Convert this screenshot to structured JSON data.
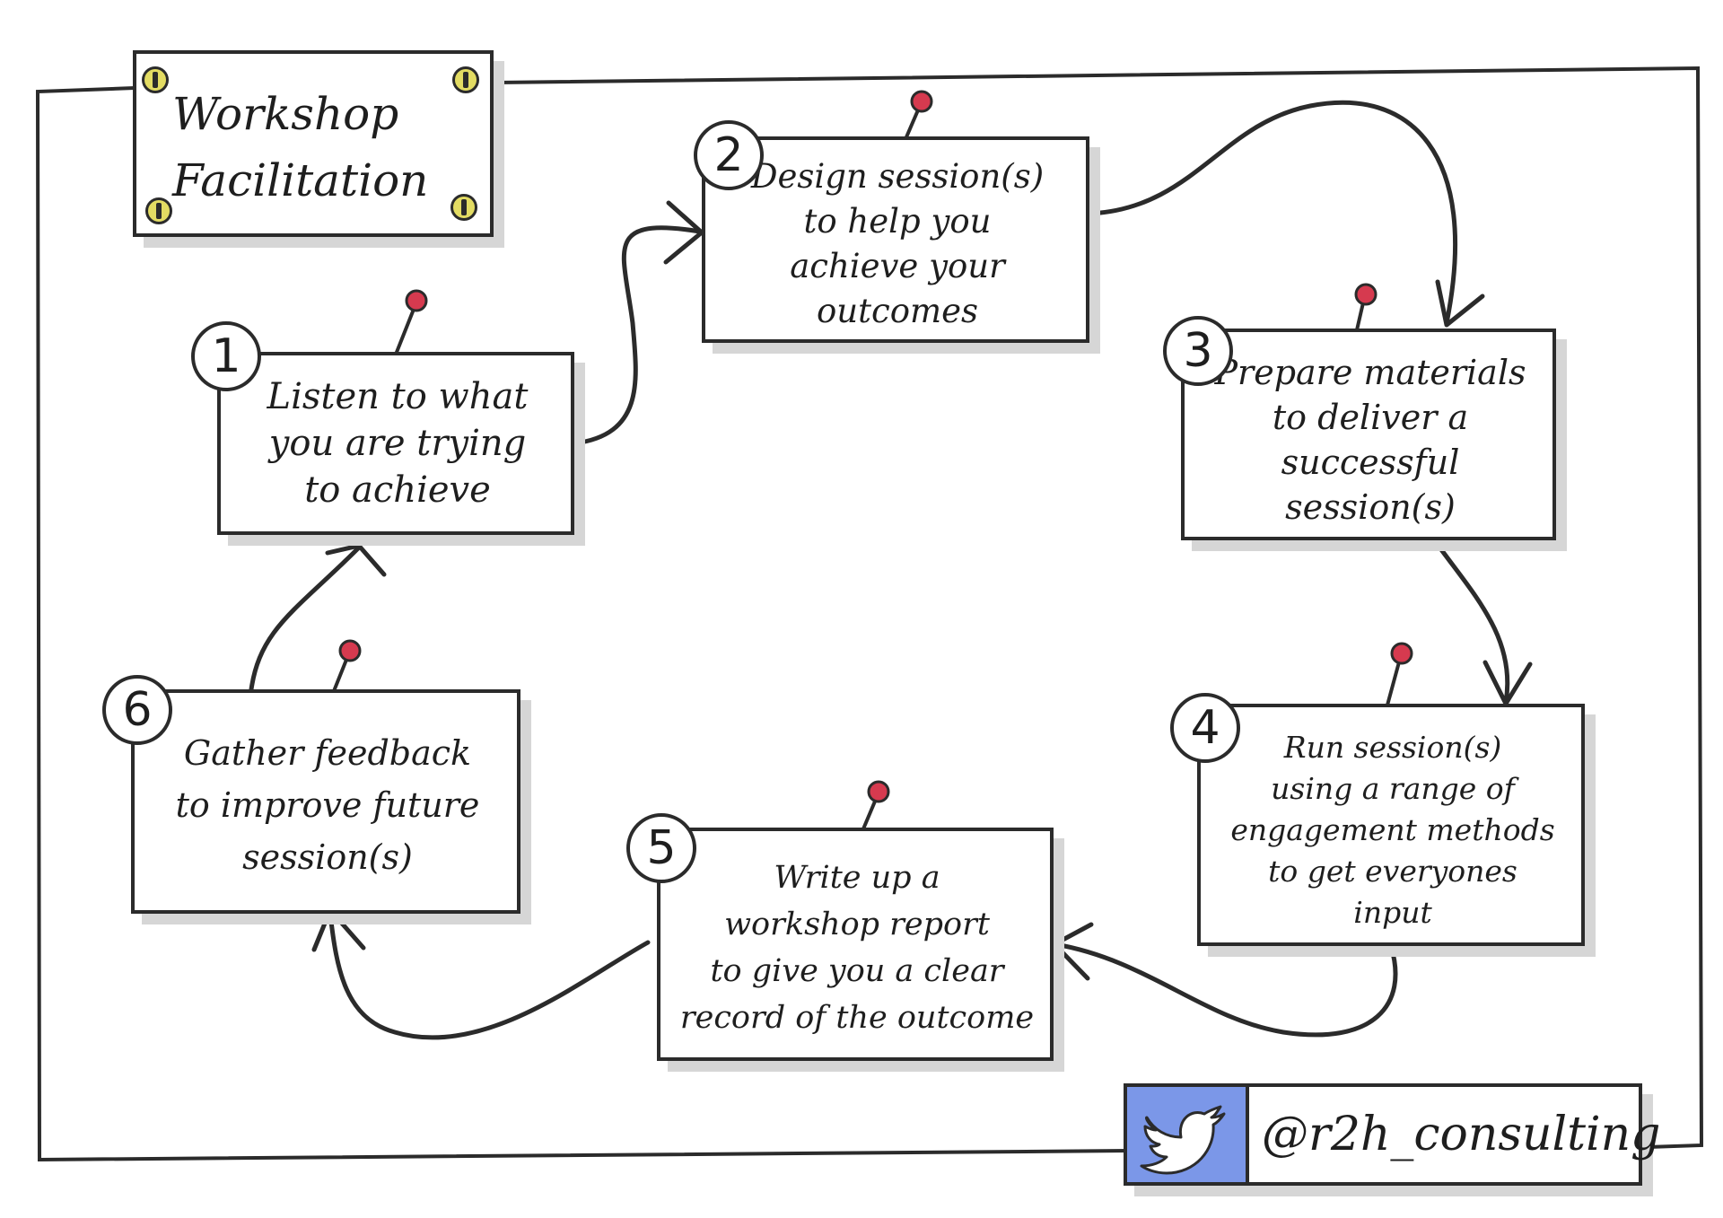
{
  "title": "Workshop\nFacilitation",
  "steps": [
    {
      "number": "1",
      "text": "Listen to what\nyou are trying\nto achieve"
    },
    {
      "number": "2",
      "text": "Design session(s)\nto help you\nachieve your\noutcomes"
    },
    {
      "number": "3",
      "text": "Prepare materials\nto deliver a\nsuccessful\nsession(s)"
    },
    {
      "number": "4",
      "text": "Run session(s)\nusing a range of\nengagement methods\nto get everyones\ninput"
    },
    {
      "number": "5",
      "text": "Write up a\nworkshop report\nto give you a clear\nrecord of the outcome"
    },
    {
      "number": "6",
      "text": "Gather feedback\nto improve future\nsession(s)"
    }
  ],
  "footer": {
    "handle": "@r2h_consulting",
    "icon": "twitter-bird-icon"
  },
  "colors": {
    "pin": "#d63a4f",
    "screw": "#e3dc63",
    "twitter_bg": "#7b97e8",
    "ink": "#2b2b2b",
    "shadow": "#d6d6d6"
  }
}
